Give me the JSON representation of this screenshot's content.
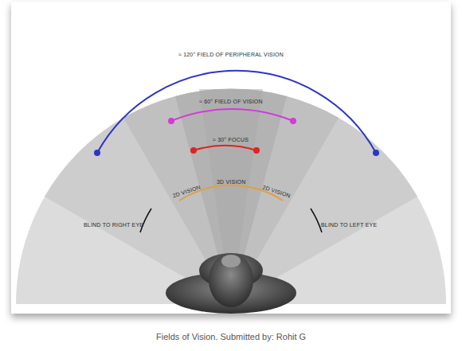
{
  "diagram": {
    "caption": "Fields of Vision. Submitted by: Rohit G",
    "labels": [
      "≈ 120° FIELD OF PERIPHERAL VISION",
      "≈ 60° FIELD OF VISION",
      "≈ 30° FOCUS",
      "3D VISION",
      "2D VISION",
      "2D VISION",
      "BLIND TO RIGHT EYE",
      "BLIND TO LEFT EYE"
    ]
  }
}
